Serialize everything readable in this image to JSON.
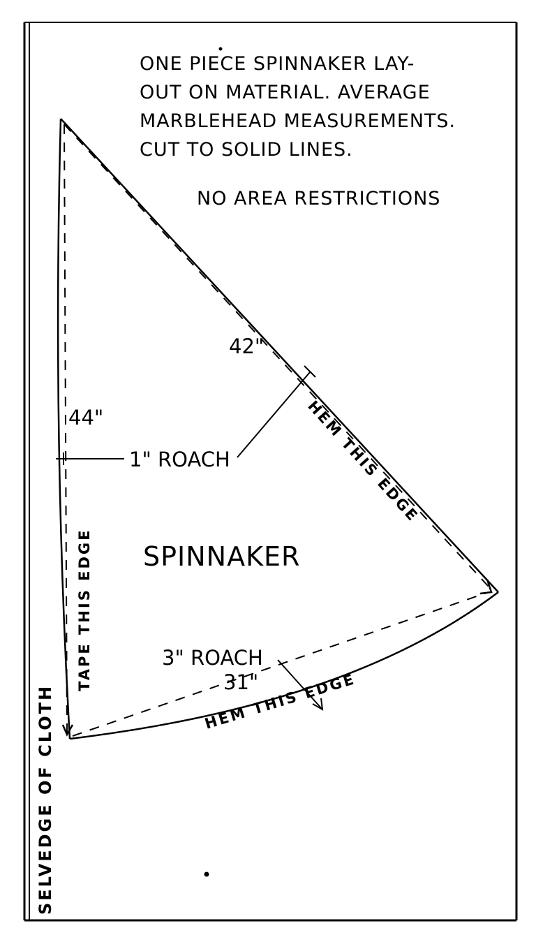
{
  "colors": {
    "ink": "#000000",
    "paper": "#ffffff"
  },
  "notes": {
    "line1": "ONE PIECE SPINNAKER LAY-",
    "line2": "OUT ON MATERIAL. AVERAGE",
    "line3": "MARBLEHEAD MEASUREMENTS.",
    "line4": "CUT TO SOLID LINES.",
    "restriction": "NO AREA RESTRICTIONS"
  },
  "sail": {
    "name": "SPINNAKER"
  },
  "dimensions": {
    "leech": "42\"",
    "luff": "44\"",
    "foot": "31\""
  },
  "roach": {
    "luff": "1\" ROACH",
    "foot": "3\" ROACH"
  },
  "edge_labels": {
    "leech": "HEM THIS EDGE",
    "foot": "HEM THIS EDGE",
    "luff": "TAPE THIS EDGE",
    "selvedge": "SELVEDGE OF CLOTH"
  }
}
